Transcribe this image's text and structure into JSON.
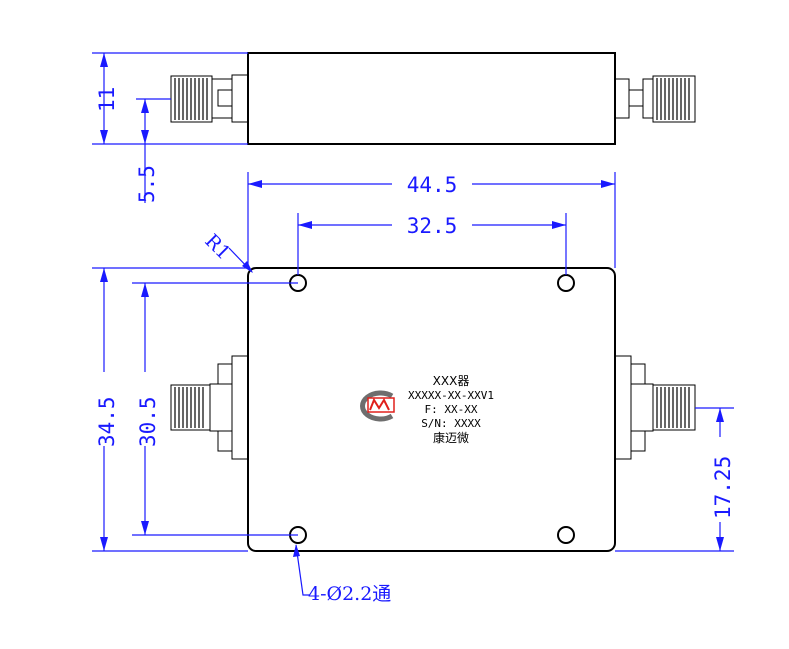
{
  "dimensions": {
    "side_height": "11",
    "side_center": "5.5",
    "total_width": "44.5",
    "hole_spacing_x": "32.5",
    "corner_radius": "R1",
    "total_height": "34.5",
    "hole_spacing_y": "30.5",
    "connector_offset": "17.25",
    "holes_note": "4-Ø2.2通"
  },
  "label": {
    "line1": "XXX器",
    "line2": "XXXXX-XX-XXV1",
    "line3": "F: XX-XX",
    "line4": "S/N: XXXX",
    "line5": "康迈微"
  },
  "colors": {
    "dimension": "#1a1aff",
    "outline": "#000000",
    "logo_red": "#e0201c",
    "logo_gray": "#6e6e6e"
  },
  "icons": {
    "logo": "cmw-logo-icon"
  }
}
